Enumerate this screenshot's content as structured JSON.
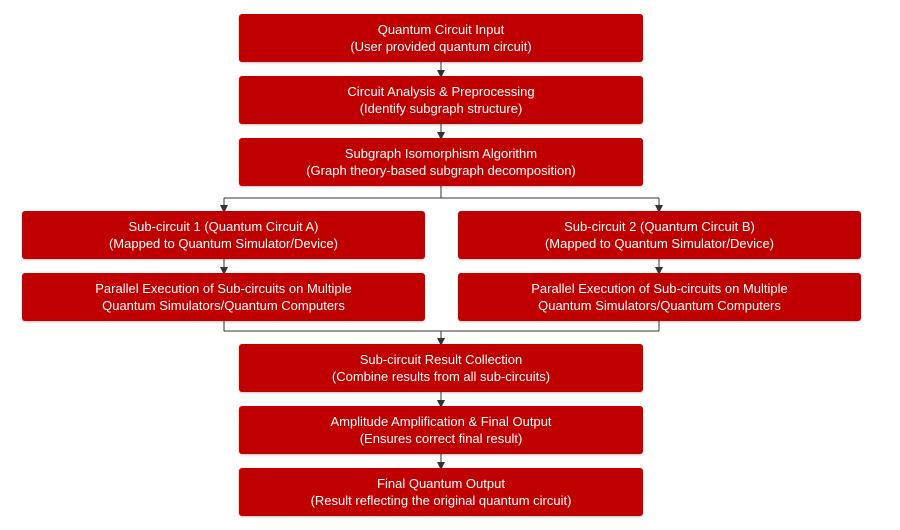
{
  "nodes": {
    "circuit_input": {
      "title": "Quantum Circuit Input",
      "subtitle": "(User provided quantum circuit)"
    },
    "analysis": {
      "title": "Circuit Analysis & Preprocessing",
      "subtitle": "(Identify subgraph structure)"
    },
    "isomorphism": {
      "title": "Subgraph Isomorphism Algorithm",
      "subtitle": "(Graph theory-based subgraph decomposition)"
    },
    "subcircuit_1": {
      "title": "Sub-circuit 1 (Quantum Circuit A)",
      "subtitle": "(Mapped to Quantum Simulator/Device)"
    },
    "subcircuit_2": {
      "title": "Sub-circuit 2 (Quantum Circuit B)",
      "subtitle": "(Mapped to Quantum Simulator/Device)"
    },
    "parallel_1": {
      "title": "Parallel Execution of Sub-circuits on Multiple",
      "subtitle": "Quantum Simulators/Quantum Computers"
    },
    "parallel_2": {
      "title": "Parallel Execution of Sub-circuits on Multiple",
      "subtitle": "Quantum Simulators/Quantum Computers"
    },
    "result_collection": {
      "title": "Sub-circuit Result Collection",
      "subtitle": "(Combine results from all sub-circuits)"
    },
    "amplification": {
      "title": "Amplitude Amplification & Final Output",
      "subtitle": "(Ensures correct final result)"
    },
    "final_output": {
      "title": "Final Quantum Output",
      "subtitle": "(Result reflecting the original quantum circuit)"
    }
  },
  "colors": {
    "box_fill": "#c00000",
    "box_text": "#ffffff",
    "connector": "#333333"
  }
}
